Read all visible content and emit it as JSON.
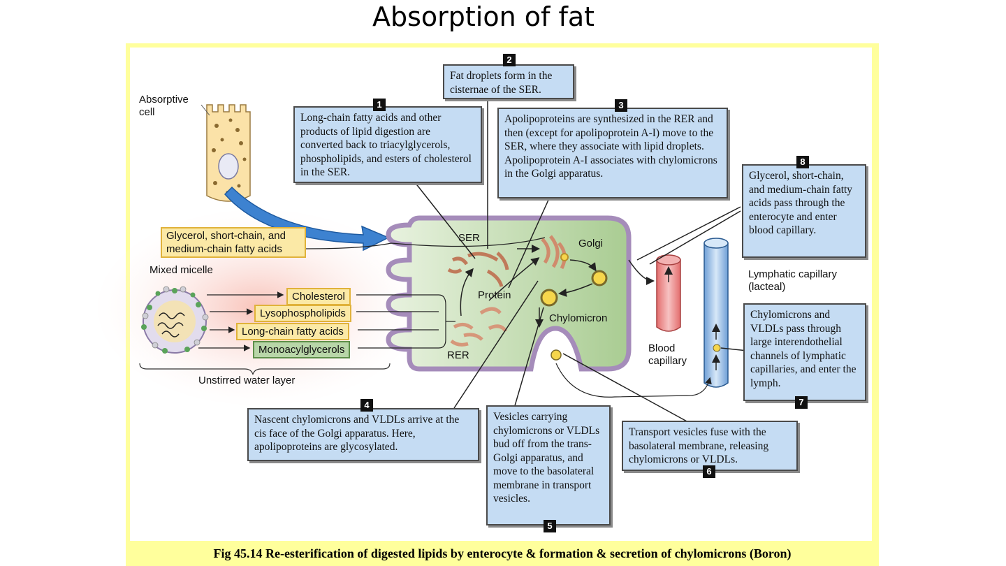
{
  "slide_title": "Absorption of fat",
  "caption": "Fig 45.14 Re-esterification of digested lipids by enterocyte & formation & secretion of chylomicrons (Boron)",
  "labels": {
    "absorptive_cell": "Absorptive cell",
    "glycerol_label": "Glycerol, short-chain, and medium-chain fatty acids",
    "mixed_micelle": "Mixed micelle",
    "cholesterol": "Cholesterol",
    "lysophospholipids": "Lysophospholipids",
    "long_chain": "Long-chain fatty acids",
    "monoacylglycerols": "Monoacylglycerols",
    "unstirred": "Unstirred water layer",
    "ser": "SER",
    "golgi": "Golgi",
    "protein": "Protein",
    "rer": "RER",
    "chylomicron": "Chylomicron",
    "blood_capillary": "Blood capillary",
    "lymphatic_capillary": "Lymphatic capillary (lacteal)"
  },
  "steps": [
    {
      "num": "1",
      "text": "Long-chain fatty acids and other products of lipid digestion are converted back to triacylglycerols, phospholipids, and esters of cholesterol in the SER."
    },
    {
      "num": "2",
      "text": "Fat droplets form in the cisternae of the SER."
    },
    {
      "num": "3",
      "text": "Apolipoproteins are synthesized in the RER and then (except for apolipoprotein A-I) move to the SER, where they associate with lipid droplets. Apolipoprotein A-I associates with chylomicrons in the Golgi apparatus."
    },
    {
      "num": "4",
      "text": "Nascent chylomicrons and VLDLs arrive at the cis face of the Golgi apparatus. Here, apolipoproteins are glycosylated."
    },
    {
      "num": "5",
      "text": "Vesicles carrying chylomicrons or VLDLs bud off from the trans-Golgi apparatus, and move to the basolateral membrane in transport vesicles."
    },
    {
      "num": "6",
      "text": "Transport vesicles fuse with the basolateral membrane, releasing chylomicrons or VLDLs."
    },
    {
      "num": "7",
      "text": "Chylomicrons and VLDLs pass through large interendothelial channels of lymphatic capillaries, and enter the lymph."
    },
    {
      "num": "8",
      "text": "Glycerol, short-chain, and medium-chain fatty acids pass through the enterocyte and enter blood capillary."
    }
  ]
}
